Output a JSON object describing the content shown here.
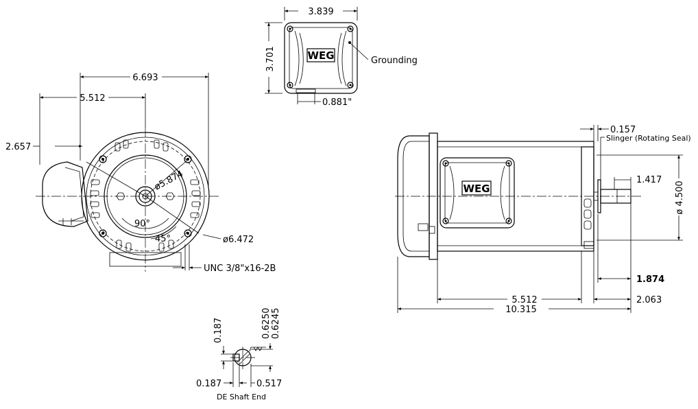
{
  "dimensions": {
    "box_width": "3.839",
    "box_height": "3.701",
    "grounding": "Grounding",
    "conduit": "0.881\"",
    "overall_height": "6.693",
    "shaft_center": "5.512",
    "box_offset": "2.657",
    "bolt_circle": "ø5.874",
    "flange_dia": "ø6.472",
    "angle_90": "90°",
    "angle_45": "45°",
    "thread": "UNC 3/8\"x16-2B",
    "face_offset": "0.157",
    "slinger": "Slinger (Rotating Seal)",
    "shaft_len": "1.417",
    "body_dia": "ø 4.500",
    "shaft_ext": "1.874",
    "body_len": "5.512",
    "shaft_total": "2.063",
    "overall_len": "10.315",
    "key_width": "0.187",
    "key_depth": "0.187",
    "shaft_dia_max": "0.6250",
    "shaft_dia_min": "0.6245",
    "shaft_flat": "0.517",
    "de_shaft": "DE Shaft End"
  },
  "logo_text": "WEG"
}
